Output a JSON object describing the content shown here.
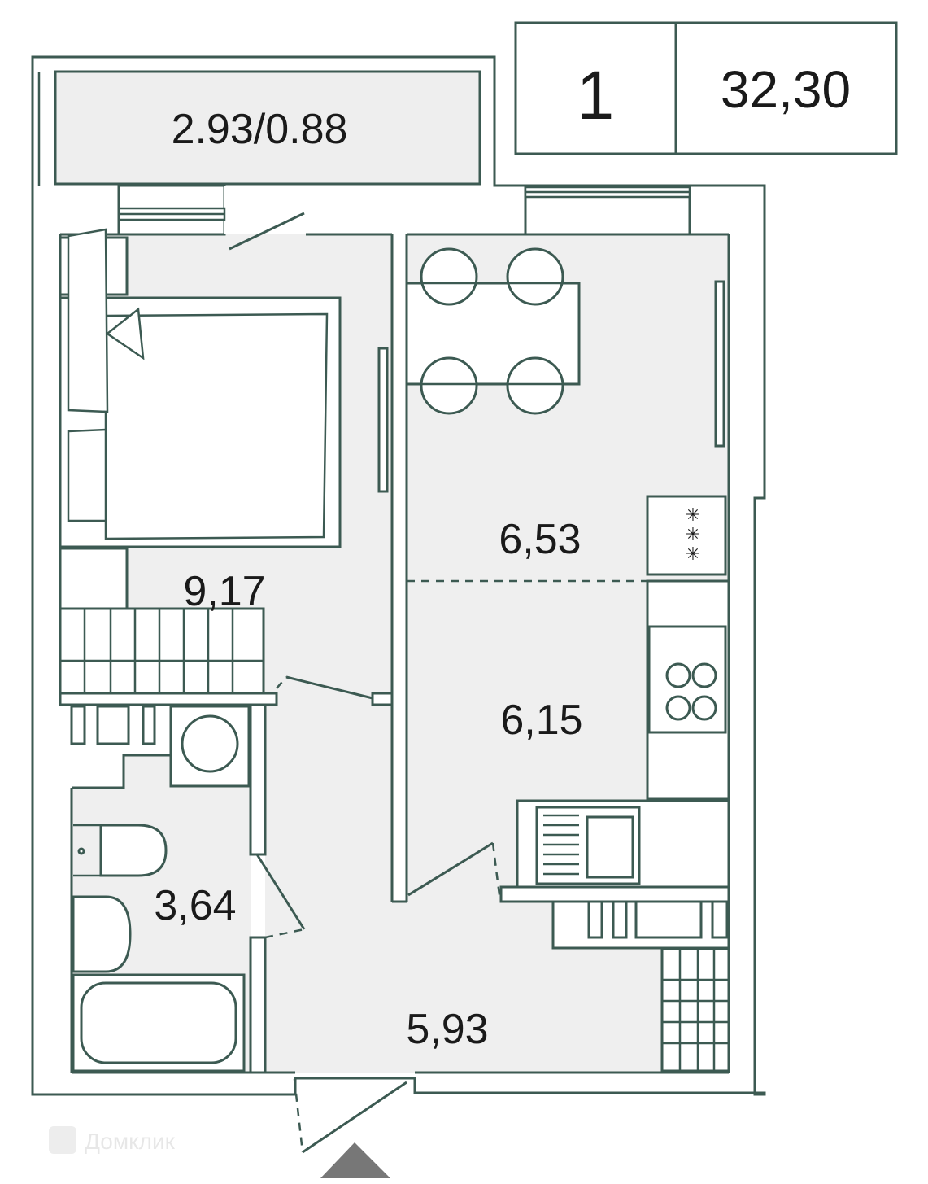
{
  "summary": {
    "rooms_count": "1",
    "total_area": "32,30"
  },
  "rooms": {
    "balcony": "2.93/0.88",
    "bedroom": "9,17",
    "dining": "6,53",
    "kitchen": "6,15",
    "bathroom": "3,64",
    "hallway": "5,93"
  },
  "watermark": "Домклик",
  "colors": {
    "wall_line": "#3c5a52",
    "room_fill": "#efefef",
    "text": "#1a1a1a"
  }
}
